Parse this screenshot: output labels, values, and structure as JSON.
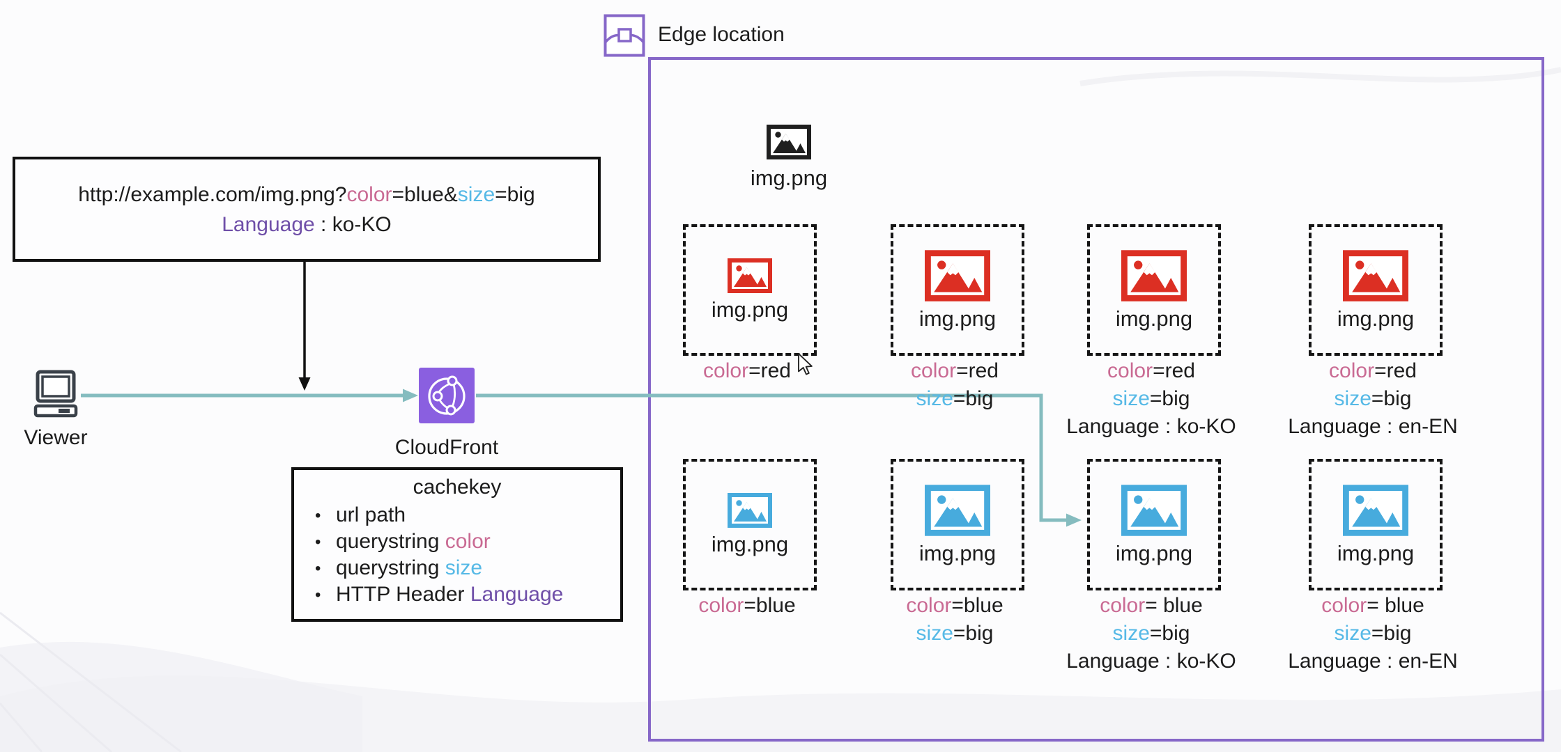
{
  "colors": {
    "pink_key": "#c96a93",
    "blue_key": "#56b9e6",
    "purple_key": "#6f4fa8",
    "red_icon": "#dc2f23",
    "blue_icon": "#47abdd",
    "black_icon": "#1f1f1f",
    "teal_line": "#85bcbf",
    "edge_purple": "#8667c8",
    "cloudfront_purple": "#8a5fe0"
  },
  "edge_location": {
    "label": "Edge location"
  },
  "request_box": {
    "line1": [
      {
        "t": "http://example.com/img.png?",
        "c": ""
      },
      {
        "t": "color",
        "c": "pink"
      },
      {
        "t": "=blue&",
        "c": ""
      },
      {
        "t": "size",
        "c": "blue"
      },
      {
        "t": "=big",
        "c": ""
      }
    ],
    "line2": [
      {
        "t": "Language",
        "c": "purple"
      },
      {
        "t": " : ko-KO",
        "c": ""
      }
    ]
  },
  "viewer": {
    "label": "Viewer"
  },
  "cloudfront": {
    "label": "CloudFront"
  },
  "cachekey": {
    "title": "cachekey",
    "bullet": "•",
    "items": [
      {
        "pre": "url path",
        "key": "",
        "kc": ""
      },
      {
        "pre": "querystring ",
        "key": "color",
        "kc": "pink"
      },
      {
        "pre": "querystring ",
        "key": "size",
        "kc": "blue"
      },
      {
        "pre": "HTTP Header ",
        "key": "Language",
        "kc": "purple"
      }
    ]
  },
  "origin_object": {
    "file": "img.png"
  },
  "cache": {
    "rows": [
      {
        "cells": [
          {
            "file": "img.png",
            "icon": "red-small",
            "lines": [
              {
                "key": "color",
                "kc": "pink",
                "rest": "=red"
              }
            ]
          },
          {
            "file": "img.png",
            "icon": "red-big",
            "lines": [
              {
                "key": "color",
                "kc": "pink",
                "rest": "=red"
              },
              {
                "key": "size",
                "kc": "blue",
                "rest": "=big"
              }
            ]
          },
          {
            "file": "img.png",
            "icon": "red-big",
            "lines": [
              {
                "key": "color",
                "kc": "pink",
                "rest": "=red"
              },
              {
                "key": "size",
                "kc": "blue",
                "rest": "=big"
              },
              {
                "key": "",
                "kc": "",
                "rest": "Language : ko-KO"
              }
            ]
          },
          {
            "file": "img.png",
            "icon": "red-big",
            "lines": [
              {
                "key": "color",
                "kc": "pink",
                "rest": "=red"
              },
              {
                "key": "size",
                "kc": "blue",
                "rest": "=big"
              },
              {
                "key": "",
                "kc": "",
                "rest": "Language : en-EN"
              }
            ]
          }
        ]
      },
      {
        "cells": [
          {
            "file": "img.png",
            "icon": "blue-small",
            "lines": [
              {
                "key": "color",
                "kc": "pink",
                "rest": "=blue"
              }
            ]
          },
          {
            "file": "img.png",
            "icon": "blue-big",
            "lines": [
              {
                "key": "color",
                "kc": "pink",
                "rest": "=blue"
              },
              {
                "key": "size",
                "kc": "blue",
                "rest": "=big"
              }
            ]
          },
          {
            "file": "img.png",
            "icon": "blue-big",
            "lines": [
              {
                "key": "color",
                "kc": "pink",
                "rest": "= blue"
              },
              {
                "key": "size",
                "kc": "blue",
                "rest": "=big"
              },
              {
                "key": "",
                "kc": "",
                "rest": "Language : ko-KO"
              }
            ]
          },
          {
            "file": "img.png",
            "icon": "blue-big",
            "lines": [
              {
                "key": "color",
                "kc": "pink",
                "rest": "= blue"
              },
              {
                "key": "size",
                "kc": "blue",
                "rest": "=big"
              },
              {
                "key": "",
                "kc": "",
                "rest": "Language : en-EN"
              }
            ]
          }
        ]
      }
    ]
  }
}
